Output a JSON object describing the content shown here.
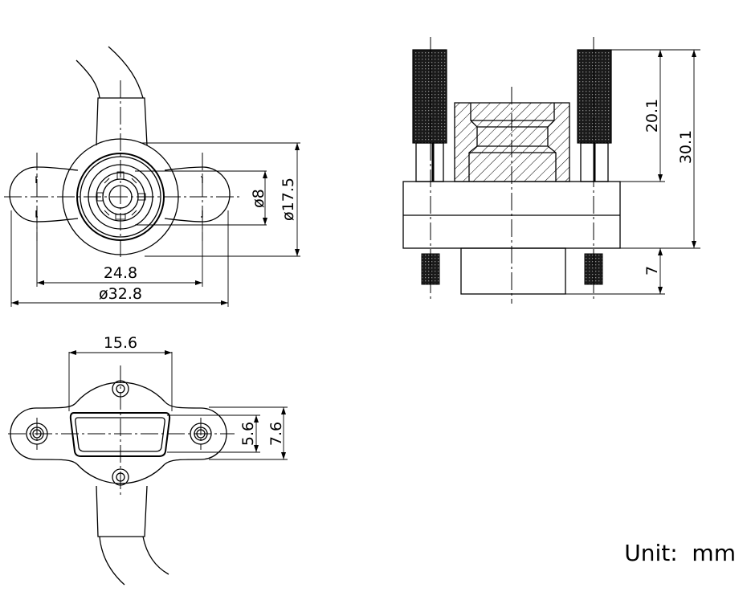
{
  "dimensions": {
    "diameter_8": "ø8",
    "diameter_17_5": "ø17.5",
    "width_24_8": "24.8",
    "diameter_32_8": "ø32.8",
    "height_20_1": "20.1",
    "height_30_1": "30.1",
    "height_7": "7",
    "width_15_6": "15.6",
    "height_5_6": "5.6",
    "height_7_6": "7.6"
  },
  "unit_label": "Unit:  mm"
}
